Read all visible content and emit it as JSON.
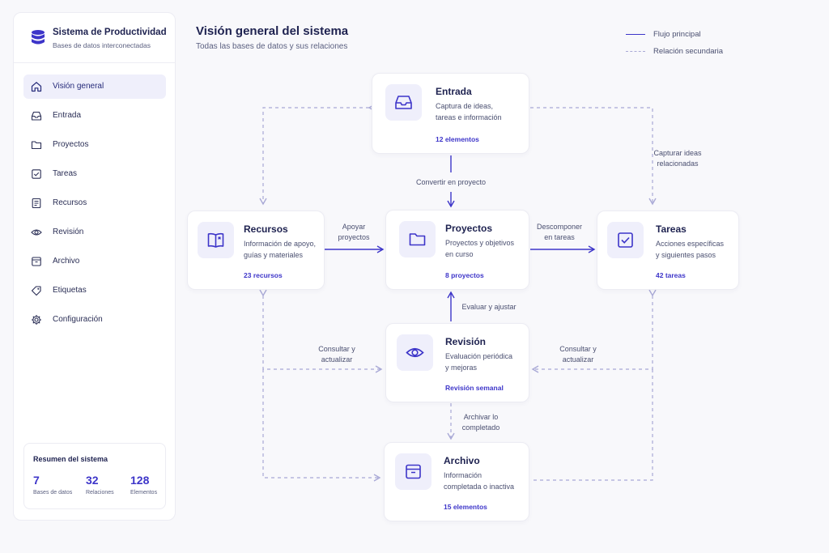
{
  "sidebar": {
    "brand_title": "Sistema de Productividad",
    "brand_subtitle": "Bases de datos interconectadas",
    "brand_icon": "database-icon",
    "items": [
      {
        "label": "Visión general",
        "icon": "home-icon",
        "active": true
      },
      {
        "label": "Entrada",
        "icon": "inbox-icon"
      },
      {
        "label": "Proyectos",
        "icon": "folder-icon"
      },
      {
        "label": "Tareas",
        "icon": "checkbox-icon"
      },
      {
        "label": "Recursos",
        "icon": "document-icon"
      },
      {
        "label": "Revisión",
        "icon": "eye-icon"
      },
      {
        "label": "Archivo",
        "icon": "archive-icon"
      },
      {
        "label": "Etiquetas",
        "icon": "tag-icon"
      },
      {
        "label": "Configuración",
        "icon": "gear-icon"
      }
    ],
    "summary": {
      "title": "Resumen del sistema",
      "stats": [
        {
          "value": "7",
          "label": "Bases de datos"
        },
        {
          "value": "32",
          "label": "Relaciones"
        },
        {
          "value": "128",
          "label": "Elementos"
        }
      ]
    }
  },
  "header": {
    "title": "Visión general del sistema",
    "subtitle": "Todas las bases de datos y sus relaciones"
  },
  "legend": {
    "primary": "Flujo principal",
    "secondary": "Relación secundaria"
  },
  "cards": {
    "entrada": {
      "title": "Entrada",
      "desc_1": "Captura de ideas,",
      "desc_2": "tareas e información",
      "count": "12 elementos"
    },
    "recursos": {
      "title": "Recursos",
      "desc_1": "Información de apoyo,",
      "desc_2": "guías y materiales",
      "count": "23 recursos"
    },
    "proyectos": {
      "title": "Proyectos",
      "desc_1": "Proyectos y objetivos",
      "desc_2": "en curso",
      "count": "8 proyectos"
    },
    "tareas": {
      "title": "Tareas",
      "desc_1": "Acciones específicas",
      "desc_2": "y siguientes pasos",
      "count": "42 tareas"
    },
    "revision": {
      "title": "Revisión",
      "desc_1": "Evaluación periódica",
      "desc_2": "y mejoras",
      "count": "Revisión semanal"
    },
    "archivo": {
      "title": "Archivo",
      "desc_1": "Información",
      "desc_2": "completada o inactiva",
      "count": "15 elementos"
    }
  },
  "edges": {
    "convertir": "Convertir en proyecto",
    "capturar_1": "Capturar ideas",
    "capturar_2": "relacionadas",
    "apoyar_1": "Apoyar",
    "apoyar_2": "proyectos",
    "descomponer_1": "Descomponer",
    "descomponer_2": "en tareas",
    "evaluar": "Evaluar y ajustar",
    "consultar_left_1": "Consultar y",
    "consultar_left_2": "actualizar",
    "consultar_right_1": "Consultar y",
    "consultar_right_2": "actualizar",
    "archivar_1": "Archivar lo",
    "archivar_2": "completado"
  },
  "colors": {
    "primary": "#3d35c9",
    "secondary": "#a9a9d6",
    "text": "#1e2250",
    "muted": "#4a4f70",
    "icon_bg": "#efeffb"
  }
}
